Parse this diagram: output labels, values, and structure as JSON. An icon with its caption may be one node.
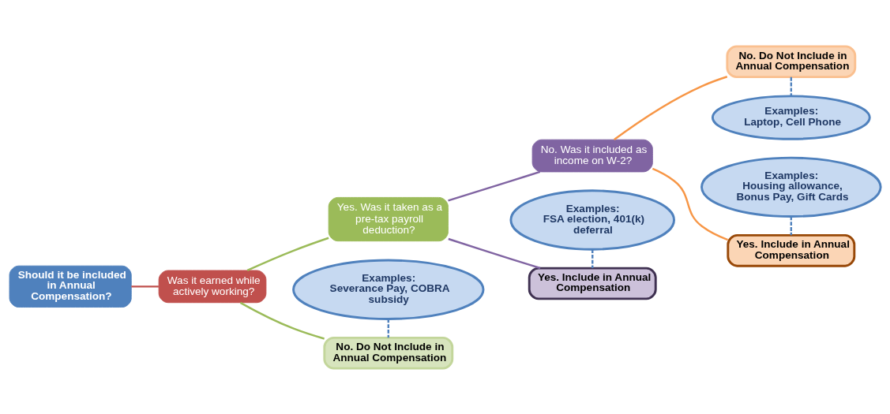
{
  "diagram": {
    "nodes": [
      {
        "text": [
          "Should it be included in Annual Compensation?"
        ]
      },
      {
        "text": [
          "Was it earned while actively working?"
        ]
      },
      {
        "text": [
          "Examples:",
          "Severance Pay, COBRA subsidy"
        ]
      },
      {
        "text": [
          "No. Do Not Include in Annual Compensation"
        ]
      },
      {
        "text": [
          "Yes. Was it taken as a pre-tax payroll deduction?"
        ]
      },
      {
        "text": [
          "Examples:",
          "FSA election, 401(k) deferral"
        ]
      },
      {
        "text": [
          "Yes. Include in Annual Compensation"
        ]
      },
      {
        "text": [
          "No. Was it included as income on W-2?"
        ]
      },
      {
        "text": [
          "Examples:",
          "Housing allowance, Bonus Pay, Gift Cards"
        ]
      },
      {
        "text": [
          "Yes. Include in Annual Compensation"
        ]
      },
      {
        "text": [
          "No. Do Not Include in Annual Compensation"
        ]
      },
      {
        "text": [
          "Examples:",
          "Laptop, Cell Phone"
        ]
      }
    ],
    "edges": [
      {
        "from": 0,
        "to": 1,
        "arrow": "none",
        "color": "#c0504d"
      },
      {
        "from": 1,
        "to": 3,
        "arrow": "none",
        "color": "#9bbb59"
      },
      {
        "from": 1,
        "to": 4,
        "arrow": "none",
        "color": "#9bbb59"
      },
      {
        "from": 2,
        "to": 3,
        "arrow": "none",
        "style": "dashed",
        "color": "#4f81bd"
      },
      {
        "from": 4,
        "to": 6,
        "arrow": "none",
        "color": "#8064a2"
      },
      {
        "from": 4,
        "to": 7,
        "arrow": "none",
        "color": "#8064a2"
      },
      {
        "from": 5,
        "to": 6,
        "arrow": "none",
        "style": "dashed",
        "color": "#4f81bd"
      },
      {
        "from": 7,
        "to": 9,
        "arrow": "none",
        "color": "#f79646"
      },
      {
        "from": 7,
        "to": 10,
        "arrow": "none",
        "color": "#f79646"
      },
      {
        "from": 8,
        "to": 9,
        "arrow": "none",
        "style": "dashed",
        "color": "#4f81bd"
      },
      {
        "from": 10,
        "to": 11,
        "arrow": "none",
        "style": "dashed",
        "color": "#4f81bd"
      }
    ]
  }
}
